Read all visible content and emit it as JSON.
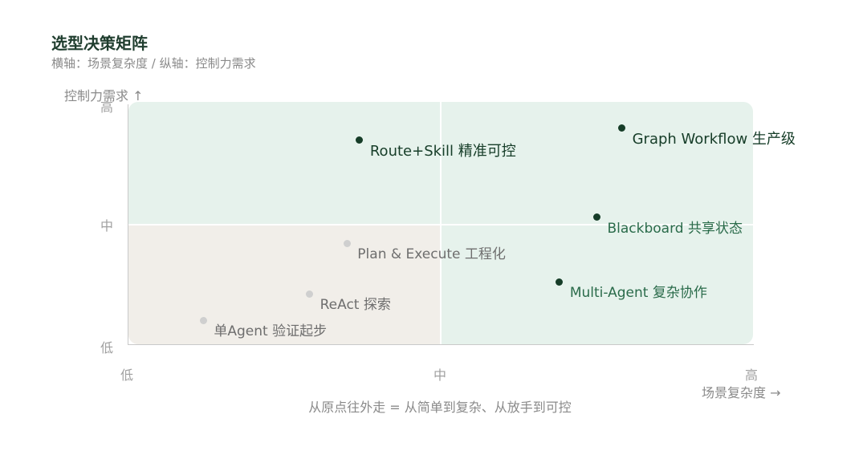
{
  "title": "选型决策矩阵",
  "subtitle": "横轴：场景复杂度 / 纵轴：控制力需求",
  "y_axis_label": "控制力需求 ↑",
  "x_axis_label": "场景复杂度 →",
  "caption": "从原点往外走 = 从简单到复杂、从放手到可控",
  "y_ticks": [
    "高",
    "中",
    "低"
  ],
  "x_ticks": [
    "低",
    "中",
    "高"
  ],
  "points": [
    {
      "label": "Route+Skill 精准可控",
      "x": 0.37,
      "y": 0.85,
      "tone": "dark"
    },
    {
      "label": "Graph Workflow 生产级",
      "x": 0.79,
      "y": 0.9,
      "tone": "dark"
    },
    {
      "label": "Blackboard 共享状态",
      "x": 0.75,
      "y": 0.53,
      "tone": "green"
    },
    {
      "label": "Plan & Execute 工程化",
      "x": 0.35,
      "y": 0.42,
      "tone": "grey"
    },
    {
      "label": "Multi-Agent 复杂协作",
      "x": 0.69,
      "y": 0.26,
      "tone": "green"
    },
    {
      "label": "ReAct 探索",
      "x": 0.29,
      "y": 0.21,
      "tone": "grey"
    },
    {
      "label": "单Agent 验证起步",
      "x": 0.12,
      "y": 0.1,
      "tone": "grey"
    }
  ],
  "colors": {
    "quadrant_green": "#e6f2ec",
    "quadrant_beige": "#f1eee9",
    "dark": "#163d28",
    "green": "#2a6b4a",
    "grey": "#6e6e6e"
  }
}
